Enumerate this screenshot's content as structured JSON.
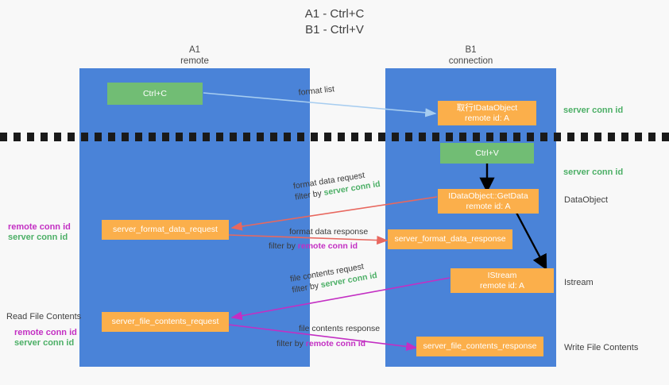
{
  "title": {
    "line1": "A1 - Ctrl+C",
    "line2": "B1 - Ctrl+V"
  },
  "columns": [
    {
      "id": "a1",
      "name": "A1",
      "role": "remote"
    },
    {
      "id": "b1",
      "name": "B1",
      "role": "connection"
    }
  ],
  "nodes": {
    "ctrl_c": {
      "label": "Ctrl+C"
    },
    "ctrl_v": {
      "label": "Ctrl+V"
    },
    "idataobject": {
      "line1": "取行IDataObject",
      "line2": "remote id: A"
    },
    "getdata": {
      "line1": "IDataObject::GetData",
      "line2": "remote id: A"
    },
    "istream": {
      "line1": "IStream",
      "line2": "remote id: A"
    },
    "server_format_data_request": {
      "label": "server_format_data_request"
    },
    "server_format_data_response": {
      "label": "server_format_data_response"
    },
    "server_file_contents_request": {
      "label": "server_file_contents_request"
    },
    "server_file_contents_response": {
      "label": "server_file_contents_response"
    }
  },
  "right_labels": {
    "server_conn_id_top": "server conn id",
    "server_conn_id_mid": "server conn id",
    "dataobject": "DataObject",
    "istream": "Istream",
    "write_file_contents": "Write File Contents"
  },
  "left_labels": {
    "remote_conn_id_1": "remote conn id",
    "server_conn_id_1": "server conn id",
    "read_file_contents": "Read File Contents",
    "remote_conn_id_2": "remote conn id",
    "server_conn_id_2": "server conn id"
  },
  "edges": {
    "format_list": "format list",
    "format_data_request": "format data request",
    "format_data_request_filter_prefix": "filter by ",
    "format_data_request_filter_value": "server conn id",
    "format_data_response": "format data response",
    "format_data_response_filter_prefix": "filter by ",
    "format_data_response_filter_value": "remote conn id",
    "file_contents_request": "file contents request",
    "file_contents_request_filter_prefix": "filter by ",
    "file_contents_request_filter_value": "server conn id",
    "file_contents_response": "file contents response",
    "file_contents_response_filter_prefix": "filter by ",
    "file_contents_response_filter_value": "remote conn id"
  },
  "colors": {
    "column": "#4a83d8",
    "green_node": "#71bd74",
    "orange_node": "#fbaf4b",
    "green_text": "#4caf66",
    "magenta_text": "#c32fc3",
    "light_blue_arrow": "#a7cdf0",
    "red_arrow": "#e8685f",
    "magenta_arrow": "#c32fc3",
    "black_arrow": "#000000",
    "background": "#f8f8f8"
  }
}
